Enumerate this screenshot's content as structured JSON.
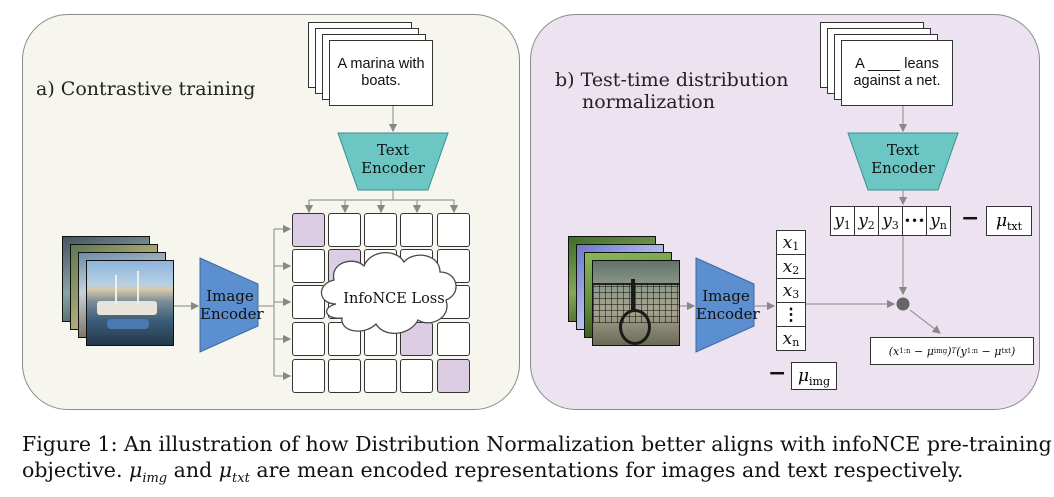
{
  "panel_a": {
    "label": "a) Contrastive training",
    "caption_text": "A marina with boats.",
    "text_encoder": "Text Encoder",
    "image_encoder": "Image Encoder",
    "loss": "InfoNCE Loss"
  },
  "panel_b": {
    "label_line1": "b) Test-time distribution",
    "label_line2": "normalization",
    "caption_text": "A ____ leans against a net.",
    "text_encoder": "Text Encoder",
    "image_encoder": "Image Encoder",
    "y_vector": [
      "y1",
      "y2",
      "y3",
      "•••",
      "yn"
    ],
    "x_vector": [
      "x1",
      "x2",
      "x3",
      "⋮",
      "xn"
    ],
    "mu_txt": "μtxt",
    "mu_img": "μimg",
    "formula": "(x1:n − μimg)T(y1:n − μtxt)",
    "minus_sign": "−"
  },
  "caption": {
    "part1": "Figure 1: An illustration of how Distribution Normalization better aligns with infoNCE pre-training objective. ",
    "mu_img": "μimg",
    "part2": " and ",
    "mu_txt": "μtxt",
    "part3": " are mean encoded representations for images and text respectively."
  }
}
